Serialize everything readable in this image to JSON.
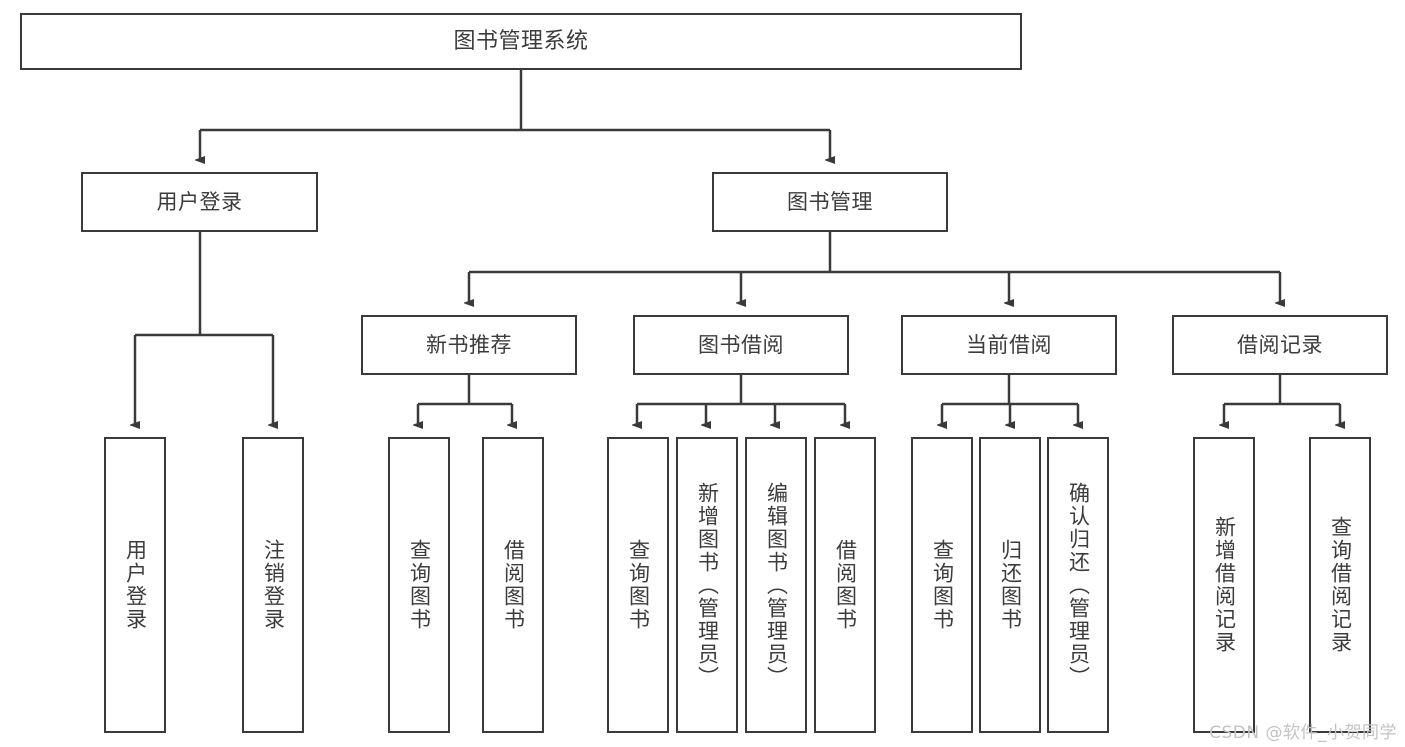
{
  "diagram": {
    "title": "图书管理系统",
    "type": "tree",
    "watermark": "CSDN @软件_小贺同学",
    "edge_color": "#3a3a3a",
    "box_border_color": "#3a3a3a",
    "box_fill_color": "#ffffff",
    "text_color": "#3c3c3c",
    "levels": {
      "root": {
        "label": "图书管理系统"
      },
      "level1": [
        {
          "label": "用户登录"
        },
        {
          "label": "图书管理"
        }
      ],
      "level2": [
        {
          "label": "新书推荐"
        },
        {
          "label": "图书借阅"
        },
        {
          "label": "当前借阅"
        },
        {
          "label": "借阅记录"
        }
      ],
      "leaves": {
        "user_login": [
          {
            "label": "用户登录"
          },
          {
            "label": "注销登录"
          }
        ],
        "new_book_recommend": [
          {
            "label": "查询图书"
          },
          {
            "label": "借阅图书"
          }
        ],
        "book_borrow": [
          {
            "label": "查询图书"
          },
          {
            "label": "新增图书（管理员）"
          },
          {
            "label": "编辑图书（管理员）"
          },
          {
            "label": "借阅图书"
          }
        ],
        "current_borrow": [
          {
            "label": "查询图书"
          },
          {
            "label": "归还图书"
          },
          {
            "label": "确认归还（管理员）"
          }
        ],
        "borrow_records": [
          {
            "label": "新增借阅记录"
          },
          {
            "label": "查询借阅记录"
          }
        ]
      }
    }
  }
}
